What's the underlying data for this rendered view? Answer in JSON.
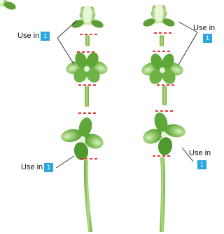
{
  "colors": {
    "badge": "#2aa7e0",
    "cut_line": "#e53935",
    "stem": "#8cbf4e",
    "leaf_dark": "#4f9a2e",
    "leaf_light": "#bfe2a0",
    "leader_line": "#333333"
  },
  "callouts": [
    {
      "text": "Use in",
      "badge": "1"
    },
    {
      "text": "Use in",
      "badge": "1"
    },
    {
      "text": "Use in",
      "badge": "1"
    },
    {
      "text": "Use in",
      "badge": "1"
    }
  ]
}
